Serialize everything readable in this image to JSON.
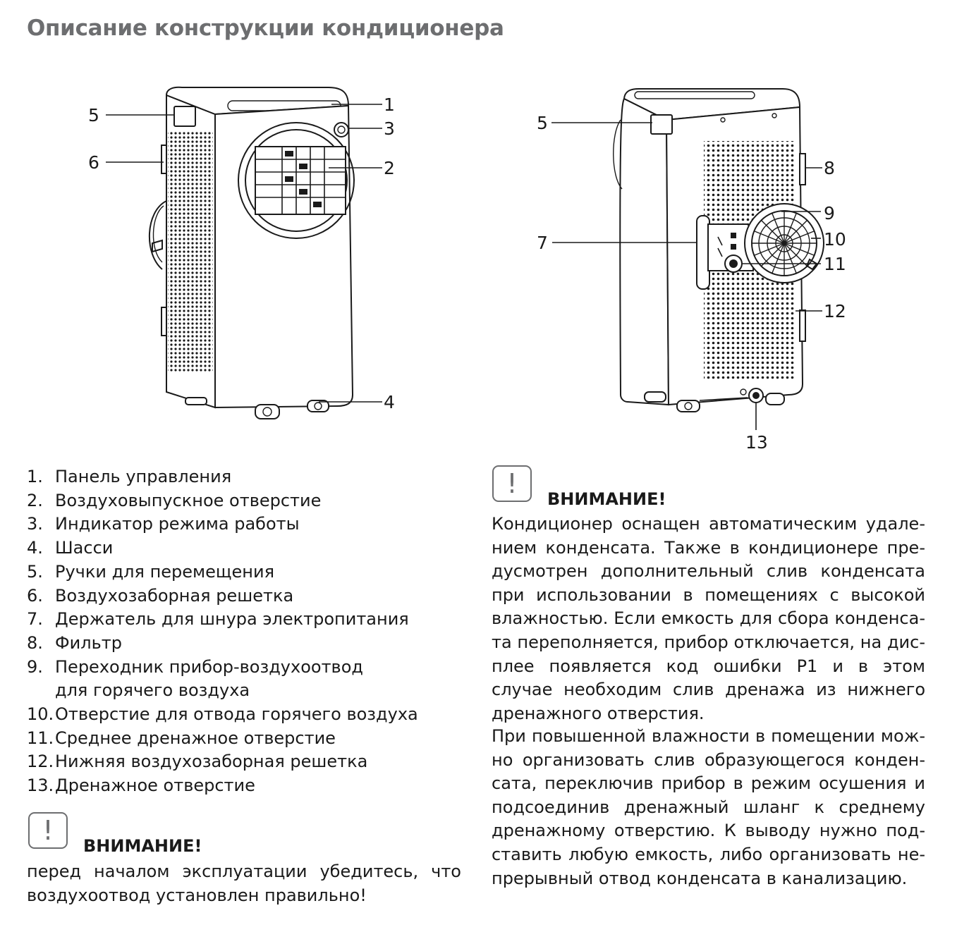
{
  "title": "Описание конструкции кондиционера",
  "diagram": {
    "front_labels": [
      "1",
      "2",
      "3",
      "4",
      "5",
      "6"
    ],
    "back_labels": [
      "5",
      "7",
      "8",
      "9",
      "10",
      "11",
      "12",
      "13"
    ]
  },
  "parts": [
    {
      "num": "1.",
      "text": "Панель управления"
    },
    {
      "num": "2.",
      "text": "Воздуховыпускное отверстие"
    },
    {
      "num": "3.",
      "text": "Индикатор режима работы"
    },
    {
      "num": "4.",
      "text": "Шасси"
    },
    {
      "num": "5.",
      "text": "Ручки для перемещения"
    },
    {
      "num": "6.",
      "text": "Воздухозаборная решетка"
    },
    {
      "num": "7.",
      "text": "Держатель для шнура электропитания"
    },
    {
      "num": "8.",
      "text": "Фильтр"
    },
    {
      "num": "9.",
      "text": "Переходник прибор-воздухоотвод\nдля горячего воздуха"
    },
    {
      "num": "10.",
      "text": "Отверстие для отвода горячего воздуха"
    },
    {
      "num": "11.",
      "text": "Среднее дренажное отверстие"
    },
    {
      "num": "12.",
      "text": "Нижняя воздухозаборная решетка"
    },
    {
      "num": "13.",
      "text": "Дренажное отверстие"
    }
  ],
  "warning_left": {
    "icon": "!",
    "title": "ВНИМАНИЕ!",
    "text": "перед началом эксплуатации убедитесь, что воздухоотвод установлен правильно!"
  },
  "warning_right": {
    "icon": "!",
    "title": "ВНИМАНИЕ!",
    "paragraph1": "Кондиционер оснащен автоматическим удале­нием конденсата. Также в кондиционере пре­дусмотрен дополнительный слив конденсата при использовании в помещениях с высокой влажностью. Если емкость для сбора конденса­та переполняется, прибор отключается, на дис­плее появляется код ошибки Р1 и в этом случае необходим слив дренажа из нижнего дренажно­го отверстия.",
    "paragraph2": "При повышенной влажности в помещении мож­но организовать слив образующегося конден­сата, переключив прибор в режим осушения и подсоединив дренажный шланг к среднему дренажному отверстию. К выводу нужно под­ставить любую емкость, либо организовать не­прерывный отвод конденсата в канализацию."
  }
}
